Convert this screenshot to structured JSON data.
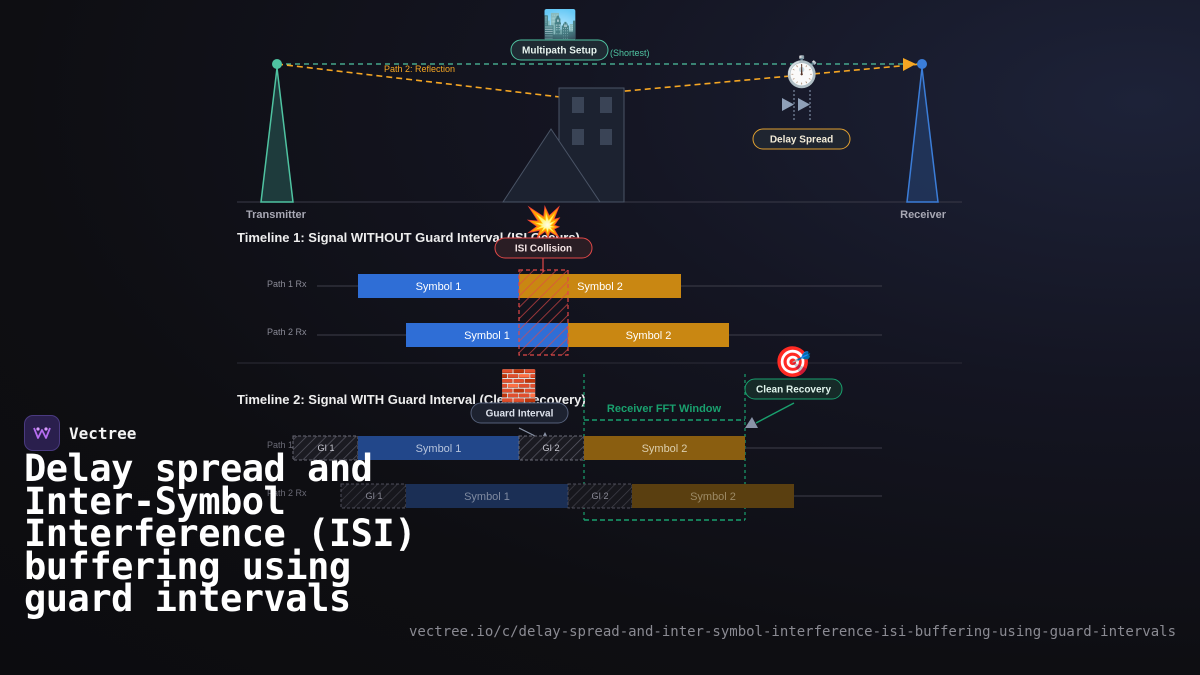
{
  "diagram": {
    "title_badge": "Multipath Setup",
    "shortest_label": "(Shortest)",
    "reflection_label": "Path 2: Reflection",
    "delay_spread_badge": "Delay Spread",
    "transmitter_label": "Transmitter",
    "receiver_label": "Receiver",
    "timeline1_title": "Timeline 1: Signal WITHOUT Guard Interval (ISI Occurs)",
    "isi_badge": "ISI Collision",
    "timeline2_title": "Timeline 2: Signal WITH Guard Interval (Clean Recovery)",
    "guard_badge": "Guard Interval",
    "fft_window_label": "Receiver FFT Window",
    "clean_badge": "Clean Recovery",
    "path1_rx": "Path 1 Rx",
    "path2_rx": "Path 2 Rx",
    "symbol1": "Symbol 1",
    "symbol2": "Symbol 2",
    "gi1": "GI 1",
    "gi2": "GI 2",
    "icons": [
      "city-icon",
      "stopwatch-icon",
      "fast-forward-icon",
      "collision-icon",
      "brick-wall-icon",
      "target-icon"
    ],
    "colors": {
      "transmitter": "#4fc3a1",
      "receiver": "#3b7dd8",
      "reflection": "#f5a623",
      "symbol1": "#2f6ed6",
      "symbol2": "#c98712",
      "isi": "#e04848",
      "fft_window": "#19a06e"
    }
  },
  "brand": {
    "name": "Vectree"
  },
  "page_title": "Delay spread and Inter-Symbol Interference (ISI) buffering using guard intervals",
  "url": "vectree.io/c/delay-spread-and-inter-symbol-interference-isi-buffering-using-guard-intervals"
}
